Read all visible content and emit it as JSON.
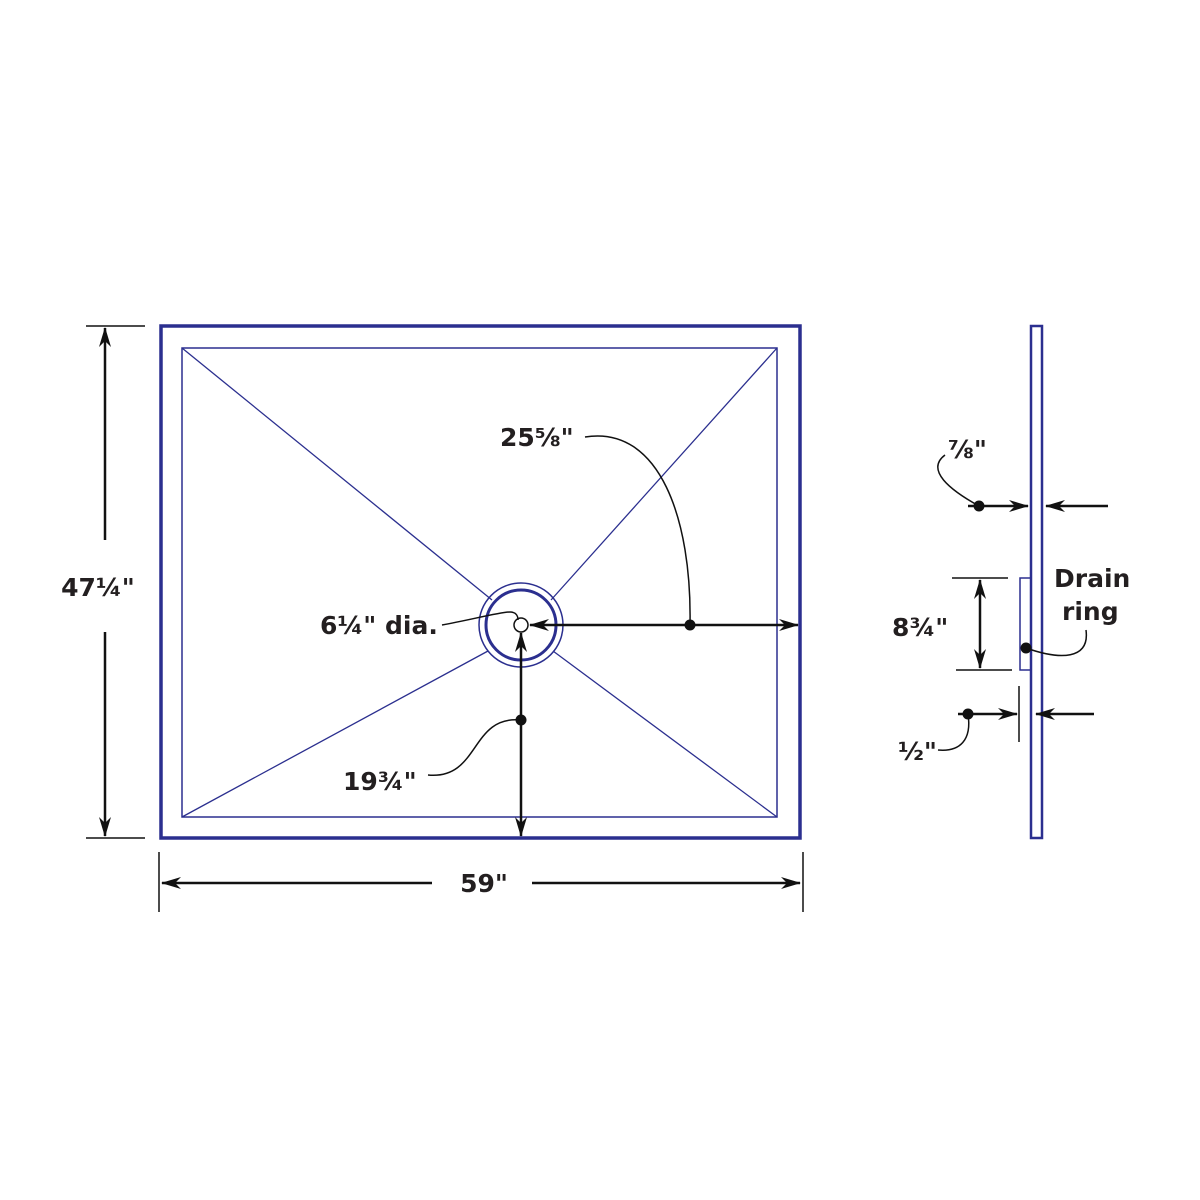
{
  "title": "Shower pan dimensions",
  "colors": {
    "outline": "#2b2f8f",
    "dimension": "#111111"
  },
  "plan_view": {
    "height_label": "47¼\"",
    "width_label": "59\"",
    "drain_offset_x_label": "25⅝\"",
    "drain_offset_y_label": "19¾\"",
    "drain_diameter_label": "6¼\" dia."
  },
  "side_view": {
    "thickness_label": "⅞\"",
    "drain_ring_height_label": "8¾\"",
    "drain_ring_depth_label": "½\"",
    "drain_ring_label_line1": "Drain",
    "drain_ring_label_line2": "ring"
  }
}
